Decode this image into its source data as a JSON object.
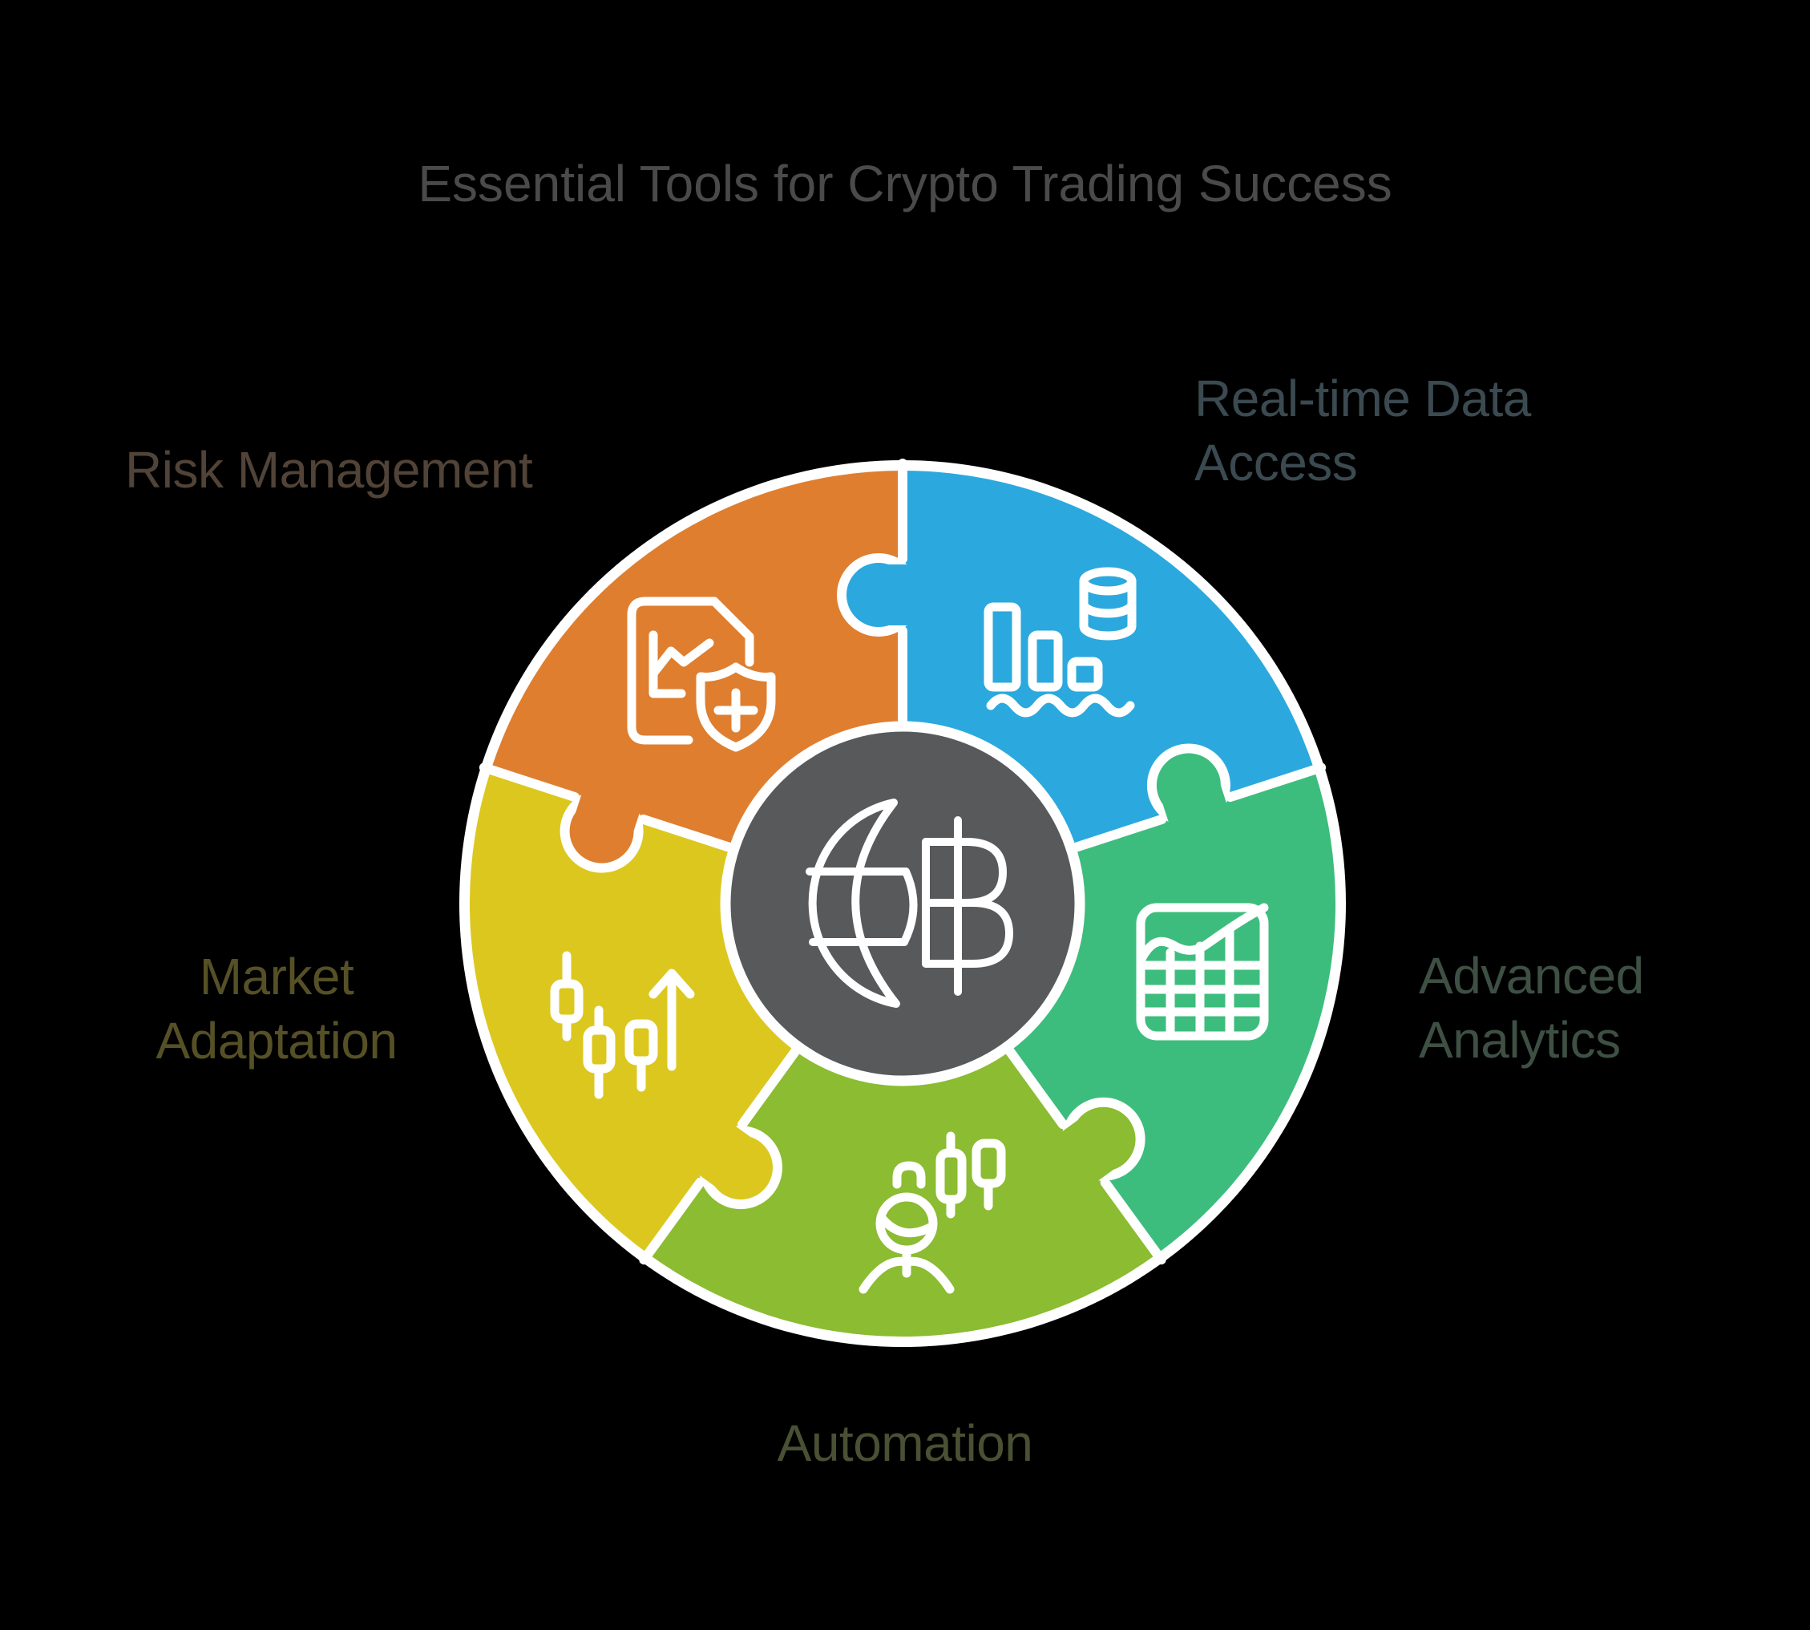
{
  "title": {
    "text": "Essential Tools for Crypto Trading Success",
    "color": "#4a4a4a"
  },
  "background_color": "#000000",
  "outline_color": "#ffffff",
  "center_hub": {
    "fill": "#58595b",
    "icon": "globe-bitcoin-icon"
  },
  "pieces": [
    {
      "id": "risk-management",
      "label": "Risk Management",
      "lines": [
        "Risk Management"
      ],
      "color": "#df7e2f",
      "label_color": "#514337",
      "icon": "document-chart-shield-icon",
      "position": "top-left"
    },
    {
      "id": "real-time-data-access",
      "label": "Real-time Data Access",
      "lines": [
        "Real-time Data",
        "Access"
      ],
      "color": "#2ba9de",
      "label_color": "#3a4a50",
      "icon": "bar-chart-database-icon",
      "position": "top-right"
    },
    {
      "id": "advanced-analytics",
      "label": "Advanced Analytics",
      "lines": [
        "Advanced",
        "Analytics"
      ],
      "color": "#3dbd7d",
      "label_color": "#3e5044",
      "icon": "grid-chart-icon",
      "position": "right"
    },
    {
      "id": "automation",
      "label": "Automation",
      "lines": [
        "Automation"
      ],
      "color": "#8bbc31",
      "label_color": "#495033",
      "icon": "trader-person-candlestick-icon",
      "position": "bottom"
    },
    {
      "id": "market-adaptation",
      "label": "Market Adaptation",
      "lines": [
        "Market",
        "Adaptation"
      ],
      "color": "#dcc71e",
      "label_color": "#565026",
      "icon": "candlestick-up-arrow-icon",
      "position": "left"
    }
  ]
}
